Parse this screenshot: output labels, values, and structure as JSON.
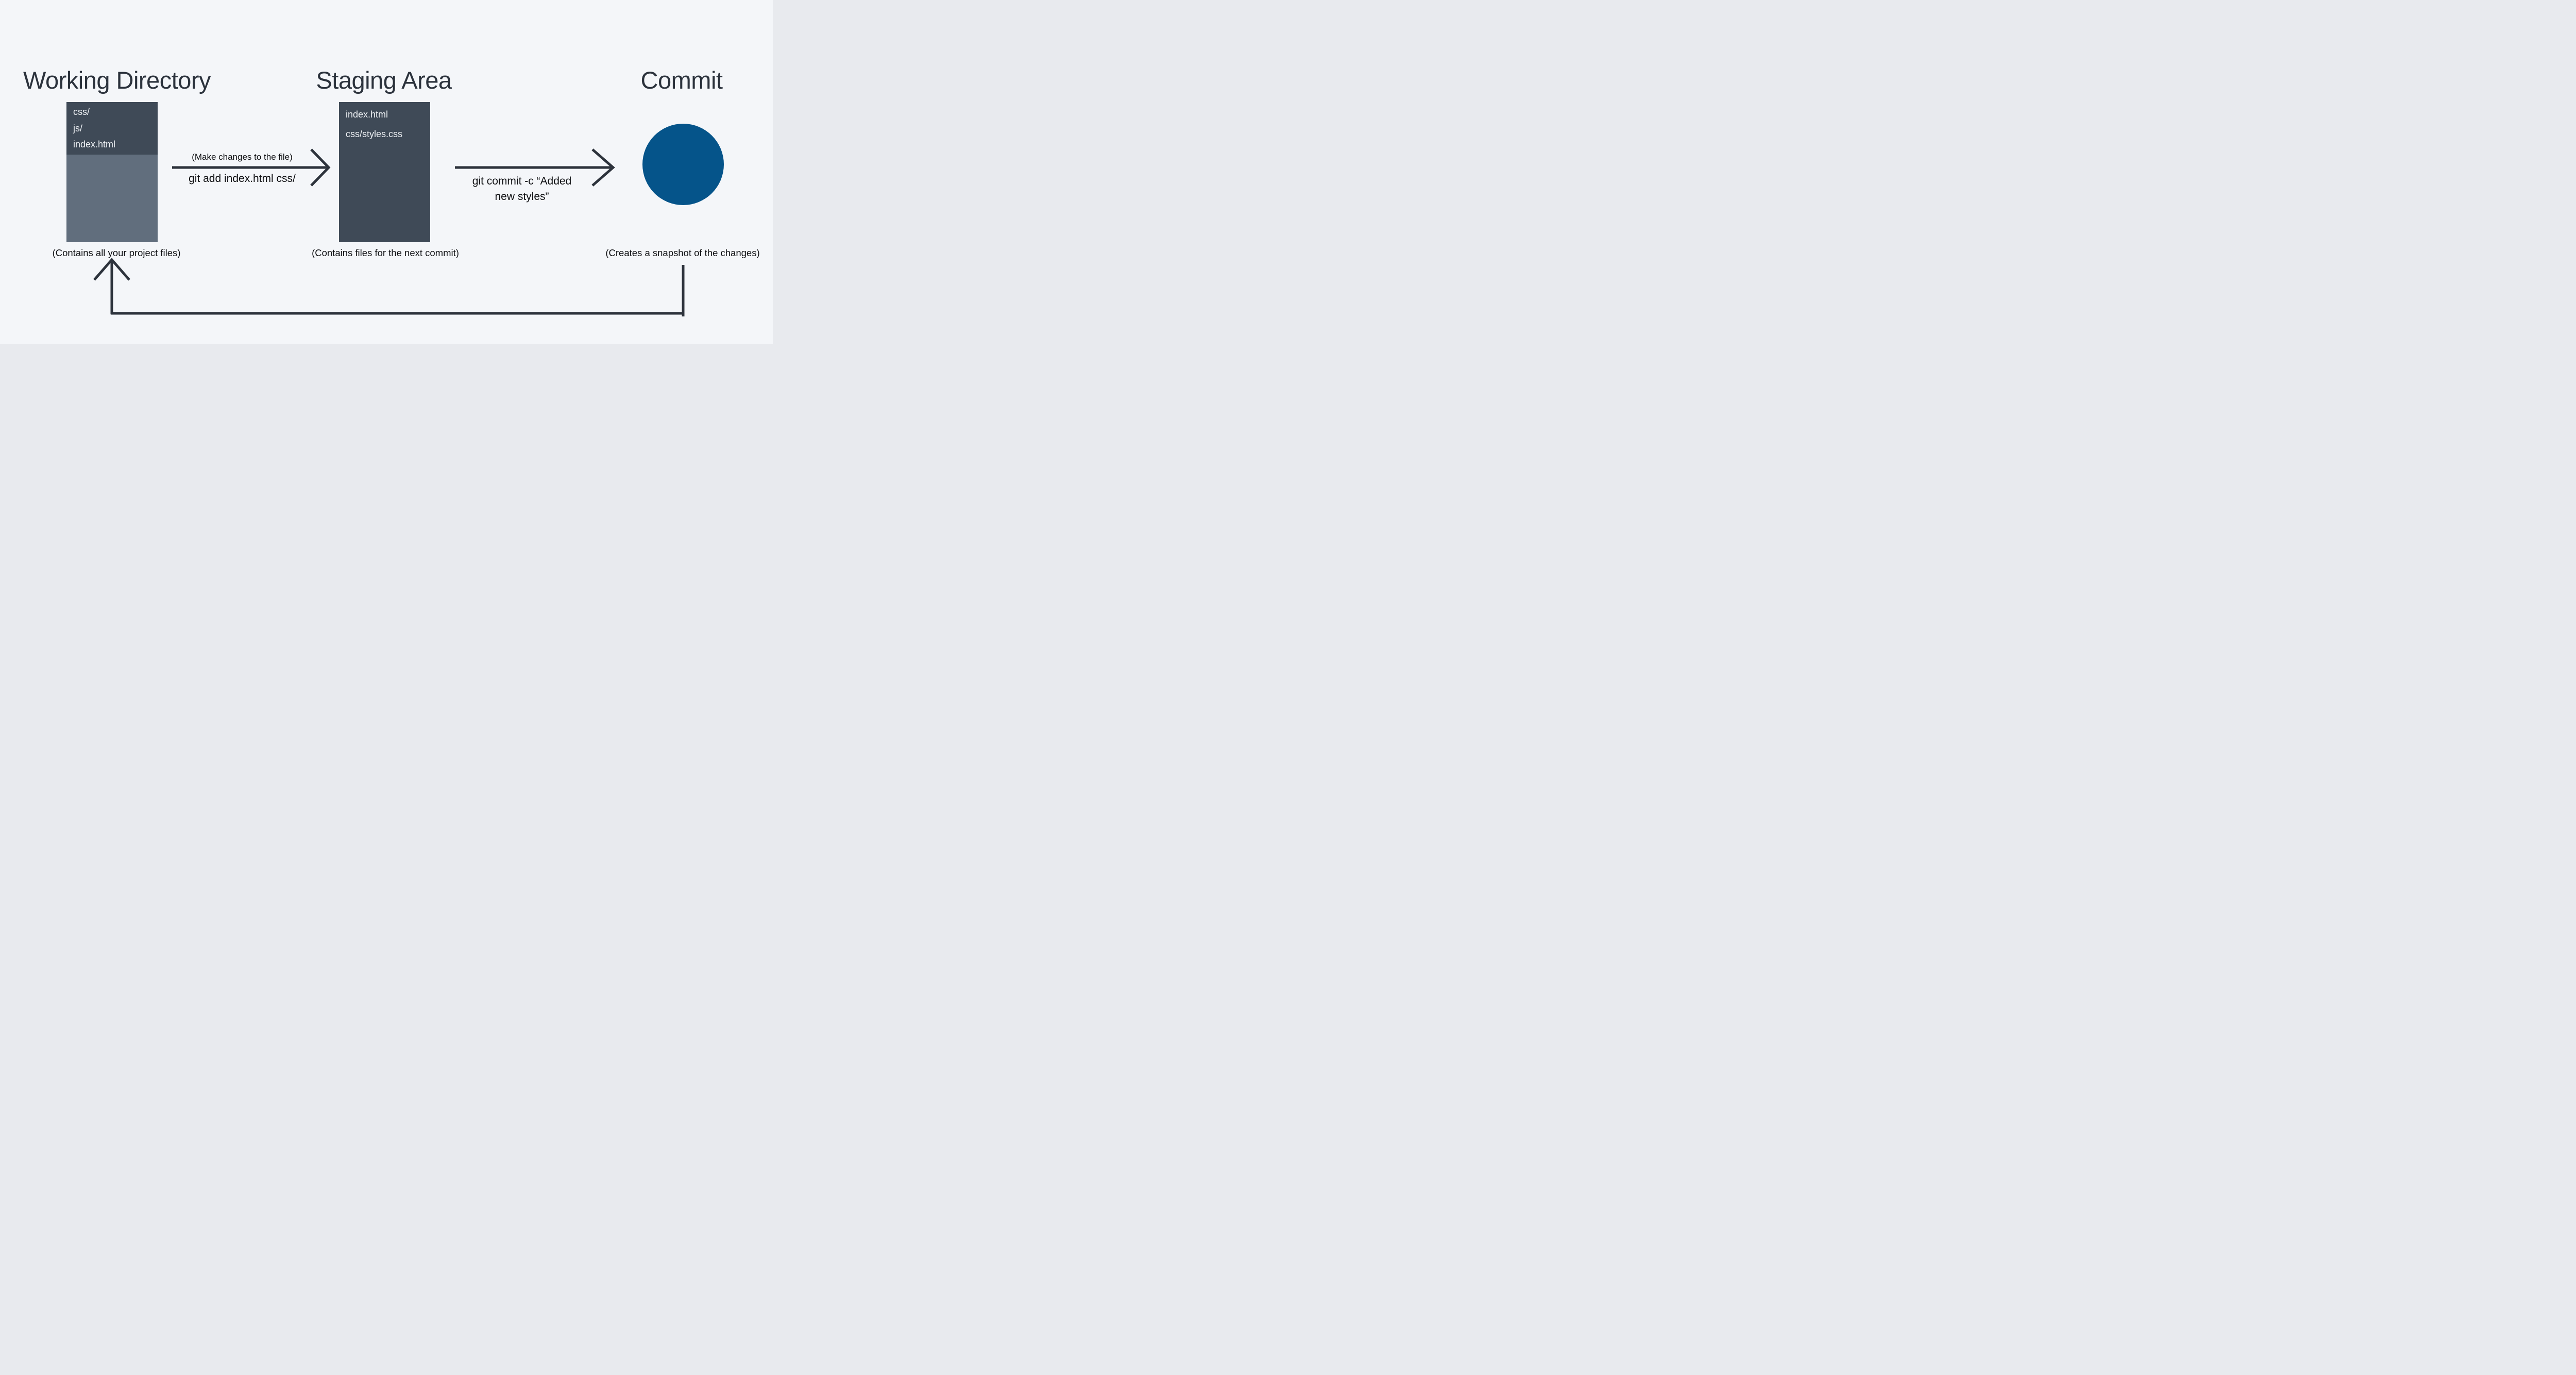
{
  "colors": {
    "background": "#f4f6f9",
    "box_dark": "#3f4a57",
    "box_light": "#616e7d",
    "commit_blue": "#05548a",
    "line_dark": "#2d333c",
    "title_text": "#2b323c",
    "file_text": "#eef1f4"
  },
  "stages": {
    "working_directory": {
      "title": "Working Directory",
      "files": [
        "css/",
        "js/",
        "index.html"
      ],
      "caption": "(Contains all your project files)"
    },
    "staging_area": {
      "title": "Staging Area",
      "files": [
        "index.html",
        "css/styles.css"
      ],
      "caption": "(Contains files for the next commit)"
    },
    "commit": {
      "title": "Commit",
      "caption": "(Creates a snapshot of the changes)"
    }
  },
  "transitions": {
    "working_to_staging": {
      "note": "(Make changes to the file)",
      "command": "git add index.html css/"
    },
    "staging_to_commit": {
      "command_line1": "git commit -c “Added",
      "command_line2": "new styles”"
    }
  }
}
